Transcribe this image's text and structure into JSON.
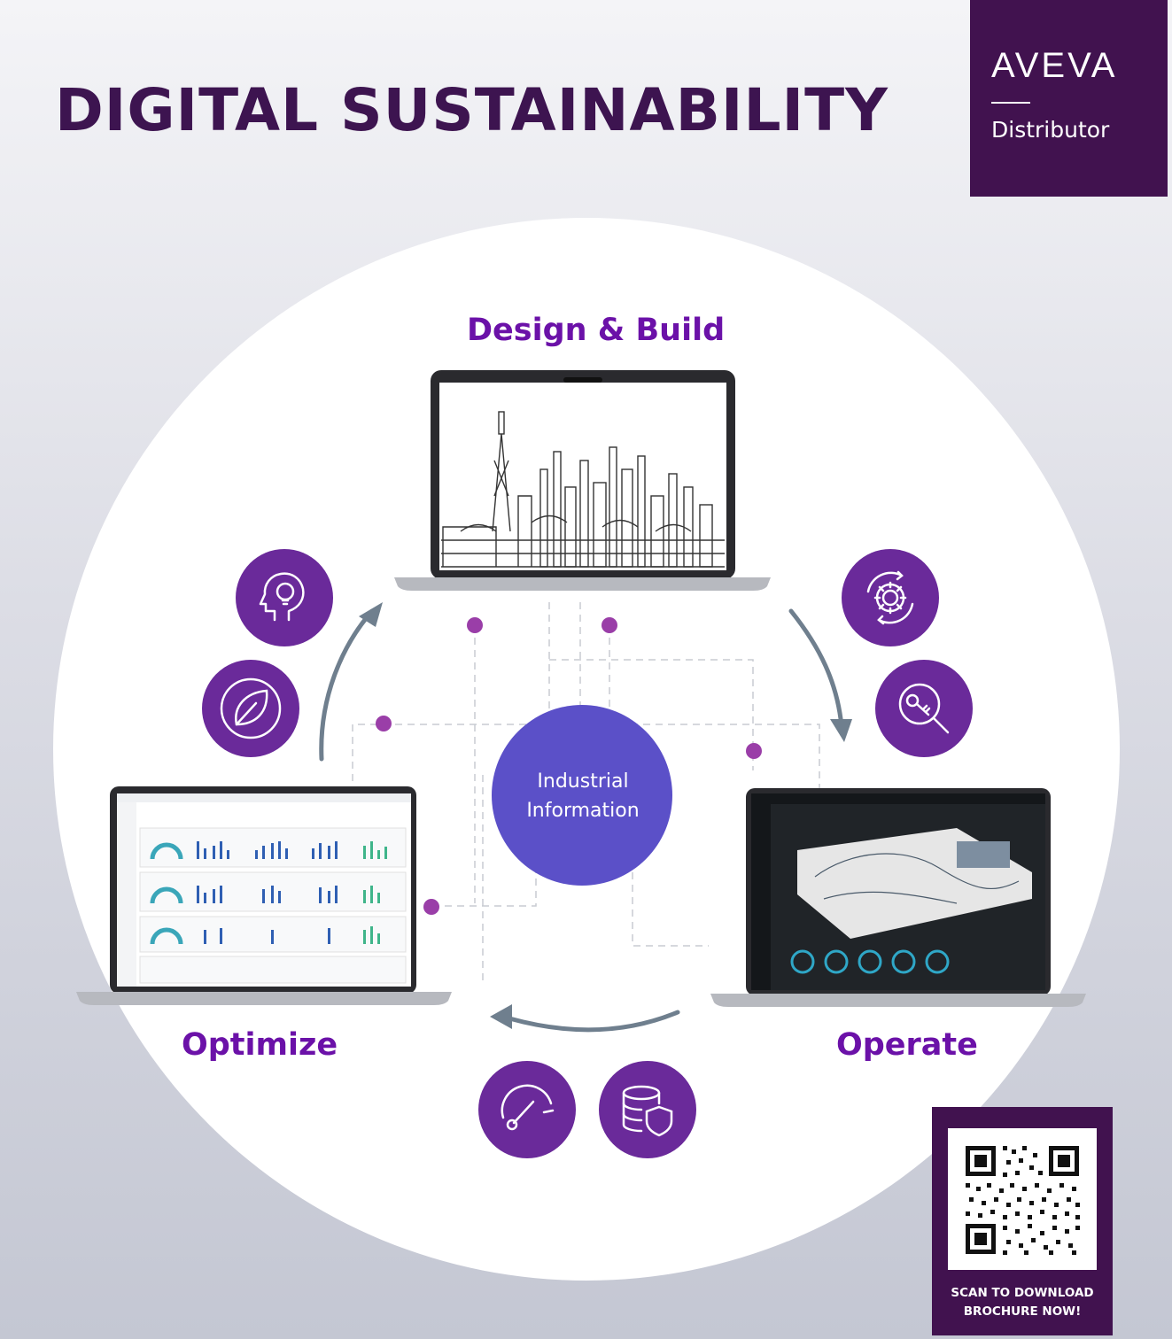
{
  "title": "DIGITAL SUSTAINABILITY",
  "brand": {
    "logo": "AVEVA",
    "subtitle": "Distributor"
  },
  "stages": {
    "design": "Design & Build",
    "operate": "Operate",
    "optimize": "Optimize"
  },
  "core": {
    "line1": "Industrial",
    "line2": "Information"
  },
  "icons": [
    "lightbulb-head-icon",
    "leaf-icon",
    "gear-cycle-icon",
    "key-search-icon",
    "gauge-icon",
    "database-shield-icon"
  ],
  "qr": {
    "line1": "SCAN TO DOWNLOAD",
    "line2": "BROCHURE NOW!"
  },
  "colors": {
    "brand": "#41124f",
    "accent": "#6b11a8",
    "core": "#5b50c8",
    "dot": "#9a3ea8",
    "arrow": "#6f7f8e"
  }
}
